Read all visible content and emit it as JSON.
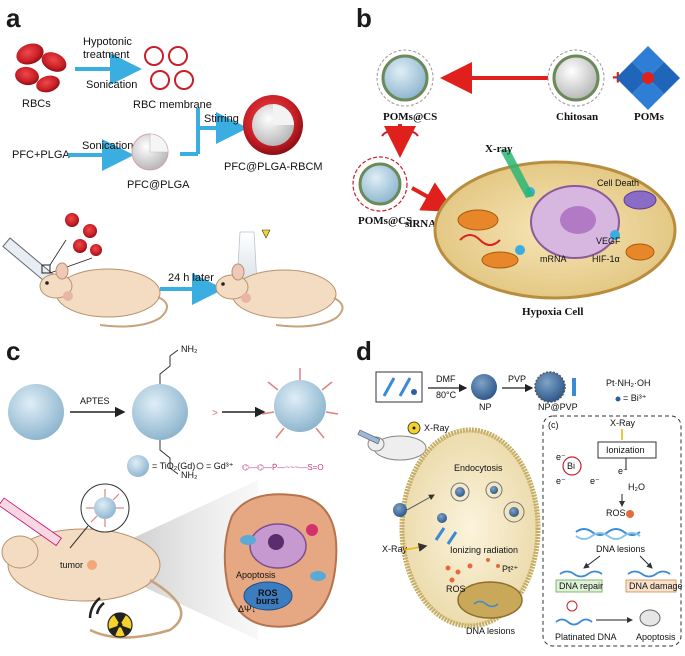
{
  "panels": {
    "a": {
      "label": "a",
      "rbcs": "RBCs",
      "hypotonic_1": "Hypotonic",
      "hypotonic_2": "treatment",
      "sonication_1": "Sonication",
      "rbc_membrane": "RBC membrane",
      "stirring": "Stirring",
      "pfc_plga_in": "PFC+PLGA",
      "sonication_2": "Sonication",
      "pfc_at_plga": "PFC@PLGA",
      "pfc_plga_rbcm": "PFC@PLGA-RBCM",
      "later": "24 h later"
    },
    "b": {
      "label": "b",
      "poms_cs": "POMs@CS",
      "chitosan": "Chitosan",
      "poms": "POMs",
      "plus": "+",
      "xray": "X-ray",
      "poms_cs_sirna": "POMs@CS",
      "sirna_sub": "siRNA",
      "hypoxia": "Hypoxia Cell",
      "vegf": "VEGF",
      "hif": "HIF-1α",
      "mrna": "mRNA",
      "cell_death": "Cell Death"
    },
    "c": {
      "label": "c",
      "aptes": "APTES",
      "nh2_top": "NH₂",
      "nh2_bottom": "NH₂",
      "legend_tio2": "= TiO₂(Gd)",
      "legend_gd": "= Gd³⁺",
      "tumor": "tumor",
      "apoptosis": "Apoptosis",
      "ros_1": "ROS",
      "ros_2": "burst",
      "delta_psi": "ΔΨ↓"
    },
    "d": {
      "label": "d",
      "dmf": "DMF",
      "temp": "80°C",
      "np": "NP",
      "pvp": "PVP",
      "np_pvp": "NP@PVP",
      "bi_legend": "= Bi³⁺",
      "xray_top": "X-Ray",
      "endocytosis": "Endocytosis",
      "xray_side": "X-Ray",
      "ionizing": "Ionizing radiation",
      "pt": "Pt²⁺",
      "ros": "ROS",
      "dna_lesions": "DNA lesions",
      "inset_tag": "(c)",
      "inset_xray": "X-Ray",
      "ionization": "Ionization",
      "bi_atom": "Bi",
      "h2o": "H₂O",
      "inset_ros": "ROS",
      "inset_dna_lesions": "DNA lesions",
      "dna_repair": "DNA repair",
      "dna_damage": "DNA damage",
      "platinated": "Platinated DNA",
      "apoptosis": "Apoptosis",
      "e1": "e⁻",
      "e2": "e⁻",
      "e3": "e⁻",
      "e4": "e⁻"
    }
  },
  "colors": {
    "arrow_blue": "#3aaee0",
    "rbc_red": "#c8202a",
    "arrow_red": "#e0201c",
    "np_blue": "#7aa9cc"
  }
}
